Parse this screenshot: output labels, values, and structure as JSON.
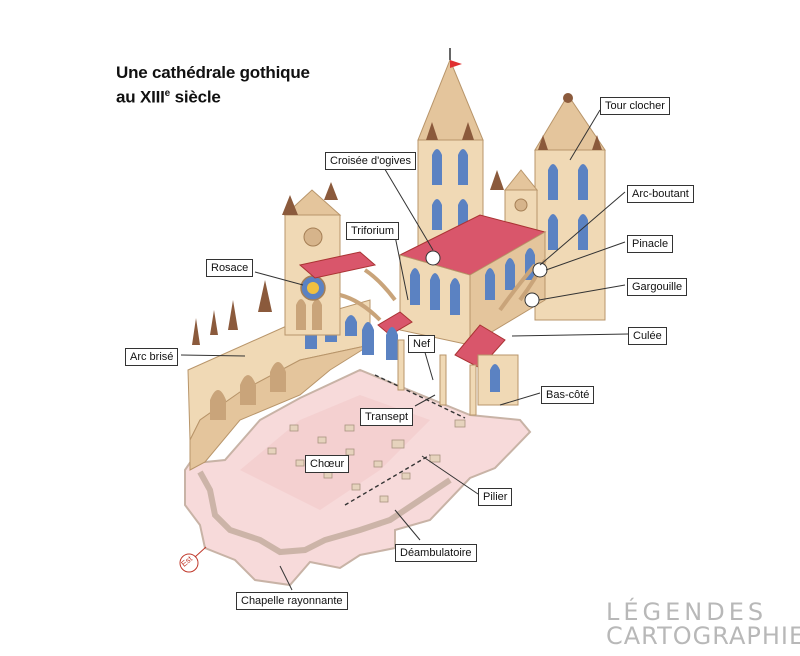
{
  "title": {
    "line1": "Une cathédrale gothique",
    "line2_pre": "au XIII",
    "line2_sup": "e",
    "line2_post": " siècle"
  },
  "labels": {
    "tour_clocher": "Tour clocher",
    "croisee_ogives": "Croisée d'ogives",
    "arc_boutant": "Arc-boutant",
    "triforium": "Triforium",
    "pinacle": "Pinacle",
    "rosace": "Rosace",
    "gargouille": "Gargouille",
    "culee": "Culée",
    "nef": "Nef",
    "arc_brise": "Arc brisé",
    "bas_cote": "Bas-côté",
    "transept": "Transept",
    "choeur": "Chœur",
    "pilier": "Pilier",
    "deambulatoire": "Déambulatoire",
    "chapelle": "Chapelle rayonnante"
  },
  "compass": "Est",
  "logo": {
    "line1": "LÉGENDES",
    "line2": "CARTOGRAPHIE"
  },
  "colors": {
    "stone": "#f0d9b5",
    "stone_dark": "#d9b88c",
    "roof": "#d9566b",
    "floor": "#f5d5d5",
    "window": "#5b82c2",
    "spire": "#8b5a3c"
  }
}
